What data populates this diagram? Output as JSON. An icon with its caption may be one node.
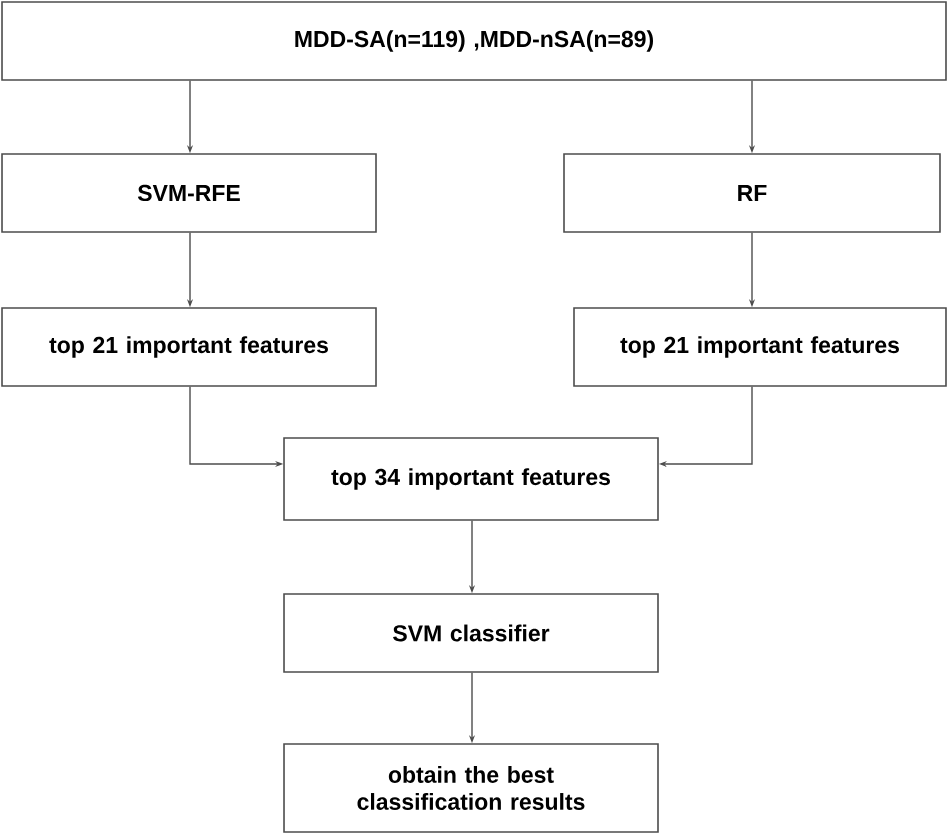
{
  "diagram": {
    "nodes": [
      {
        "text": [
          "MDD-SA(n=119) ,MDD-nSA(n=89)"
        ]
      },
      {
        "text": [
          "SVM-RFE"
        ]
      },
      {
        "text": [
          "RF"
        ]
      },
      {
        "text": [
          "top 21 important features"
        ]
      },
      {
        "text": [
          "top 21 important features"
        ]
      },
      {
        "text": [
          "top 34 important features"
        ]
      },
      {
        "text": [
          "SVM classifier"
        ]
      },
      {
        "text": [
          "obtain the best classification results"
        ]
      }
    ],
    "edges": [
      {
        "from": 0,
        "to": 1,
        "arrow": "to"
      },
      {
        "from": 0,
        "to": 2,
        "arrow": "to"
      },
      {
        "from": 1,
        "to": 3,
        "arrow": "to"
      },
      {
        "from": 2,
        "to": 4,
        "arrow": "to"
      },
      {
        "from": 3,
        "to": 5,
        "arrow": "to"
      },
      {
        "from": 4,
        "to": 5,
        "arrow": "to"
      },
      {
        "from": 5,
        "to": 6,
        "arrow": "to"
      },
      {
        "from": 6,
        "to": 7,
        "arrow": "to"
      }
    ]
  }
}
